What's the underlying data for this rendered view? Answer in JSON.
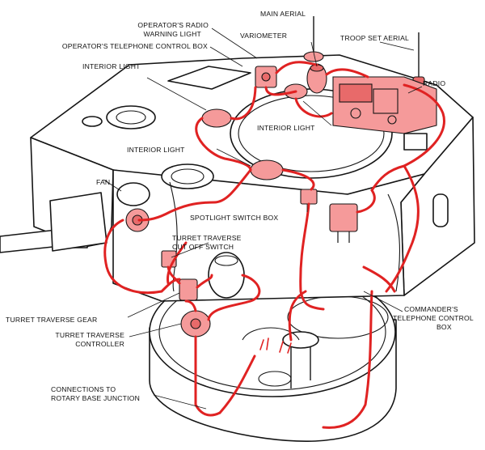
{
  "labels": {
    "main_aerial": "MAIN AERIAL",
    "operators_radio_warning_light_1": "OPERATOR'S RADIO",
    "operators_radio_warning_light_2": "WARNING LIGHT",
    "operators_telephone_control_box": "OPERATOR'S TELEPHONE CONTROL BOX",
    "variometer": "VARIOMETER",
    "troop_set_aerial": "TROOP SET AERIAL",
    "radio": "RADIO",
    "interior_light_left": "INTERIOR LIGHT",
    "interior_light_center": "INTERIOR LIGHT",
    "interior_light_mid": "INTERIOR LIGHT",
    "fan": "FAN",
    "spotlight_switch_box": "SPOTLIGHT SWITCH BOX",
    "turret_traverse_cut_off_switch_1": "TURRET TRAVERSE",
    "turret_traverse_cut_off_switch_2": "CUT OFF SWITCH",
    "turret_traverse_gear": "TURRET TRAVERSE GEAR",
    "turret_traverse_controller_1": "TURRET TRAVERSE",
    "turret_traverse_controller_2": "CONTROLLER",
    "commanders_telephone_control_box_1": "COMMANDER'S",
    "commanders_telephone_control_box_2": "TELEPHONE CONTROL",
    "commanders_telephone_control_box_3": "BOX",
    "connections_to_rotary_base_junction_1": "CONNECTIONS TO",
    "connections_to_rotary_base_junction_2": "ROTARY BASE JUNCTION"
  },
  "colors": {
    "wiring": "#e02222",
    "component_fill": "#f59a9a",
    "outline": "#151515"
  }
}
